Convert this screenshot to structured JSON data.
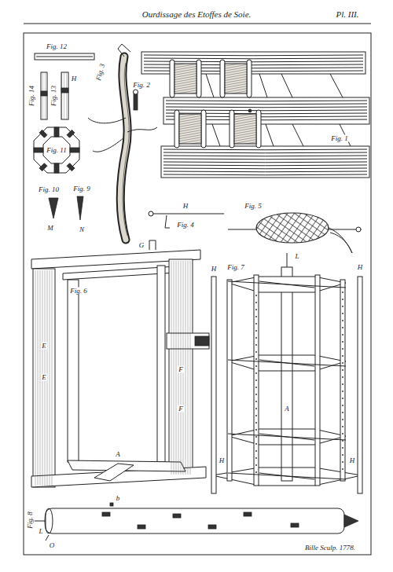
{
  "diagram": {
    "title": "Ourdissage des Etoffes de Soie.",
    "labels": [
      "Pl. III.",
      "Fig. 12",
      "Fig. 14",
      "Fig. 13",
      "H",
      "Fig. 3",
      "Fig. 2",
      "Fig. 1",
      "Fig. 11",
      "Fig. 10",
      "M",
      "Fig. 9",
      "N",
      "H",
      "Fig. 4",
      "Fig. 5",
      "Fig. 6",
      "G",
      "E",
      "E",
      "F",
      "F",
      "A",
      "b",
      "Fig. 7",
      "L",
      "H",
      "H",
      "H",
      "H",
      "A",
      "Fig. 8",
      "L",
      "O",
      "Bille Sculp. 1778."
    ]
  }
}
